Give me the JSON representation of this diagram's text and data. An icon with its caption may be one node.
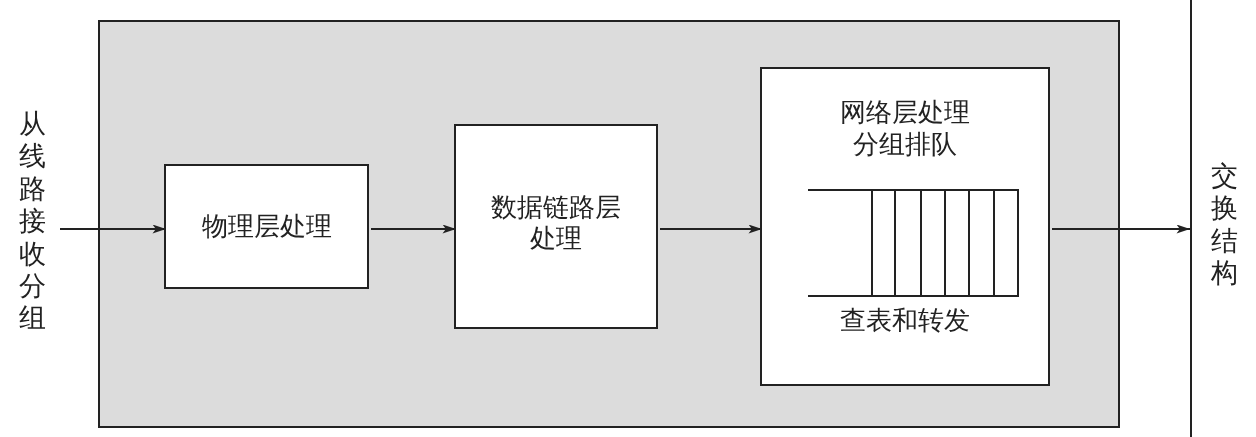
{
  "diagram": {
    "nodes": [
      {
        "text": [
          "从线路接收分组"
        ]
      },
      {
        "text": [],
        "shape": "box"
      },
      {
        "text": [
          "物理层处理"
        ],
        "in": 1
      },
      {
        "text": [
          "数据链路层处理"
        ],
        "in": 1
      },
      {
        "text": [
          "网络层处理",
          "分组排队",
          "查表和转发"
        ],
        "in": 1
      },
      {
        "text": [
          "交换结构"
        ]
      }
    ],
    "edges": [
      {
        "from": 0,
        "to": 2,
        "arrow": "to"
      },
      {
        "from": 2,
        "to": 3,
        "arrow": "to"
      },
      {
        "from": 3,
        "to": 4,
        "arrow": "to"
      },
      {
        "from": 4,
        "to": 5,
        "arrow": "to"
      }
    ]
  }
}
